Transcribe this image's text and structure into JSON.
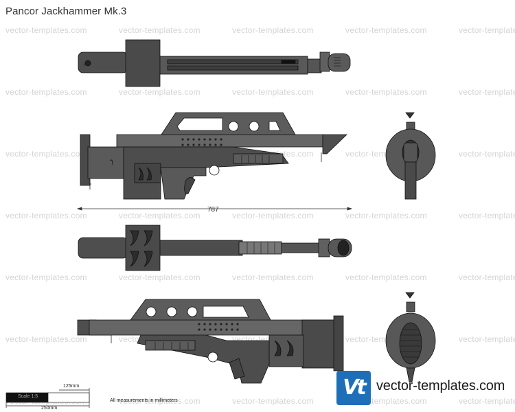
{
  "page": {
    "title": "Pancor Jackhammer Mk.3",
    "watermark_text": "vector-templates.com",
    "colors": {
      "body": "#575757",
      "dark": "#3a3a3a",
      "mid": "#6a6a6a",
      "outline": "#111111",
      "brand_blue": "#1f6fb8"
    }
  },
  "drawing": {
    "overall_length_label": "787",
    "views": [
      "top",
      "left-side",
      "front",
      "bottom",
      "right-side",
      "rear"
    ]
  },
  "scale": {
    "label_125": "125mm",
    "label_250": "250mm",
    "label_scale": "Scale 1:5"
  },
  "footer": {
    "measurements_note": "All measurements in millimeters",
    "logo_mark": "Vt",
    "brand": "vector-templates.com"
  }
}
